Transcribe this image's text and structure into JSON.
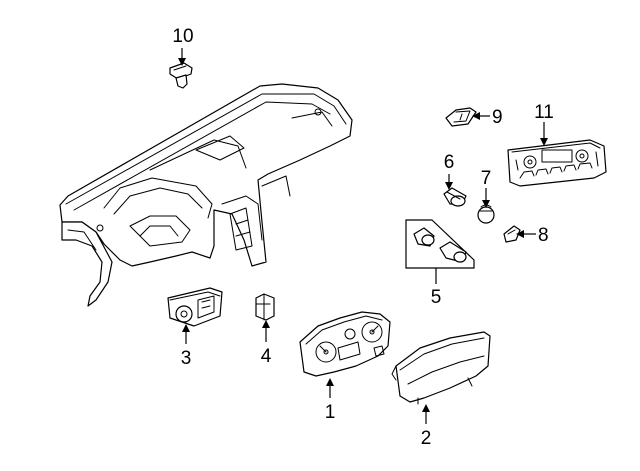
{
  "diagram": {
    "callouts": [
      {
        "id": "c1",
        "label": "1"
      },
      {
        "id": "c2",
        "label": "2"
      },
      {
        "id": "c3",
        "label": "3"
      },
      {
        "id": "c4",
        "label": "4"
      },
      {
        "id": "c5",
        "label": "5"
      },
      {
        "id": "c6",
        "label": "6"
      },
      {
        "id": "c7",
        "label": "7"
      },
      {
        "id": "c8",
        "label": "8"
      },
      {
        "id": "c9",
        "label": "9"
      },
      {
        "id": "c10",
        "label": "10"
      },
      {
        "id": "c11",
        "label": "11"
      }
    ]
  },
  "colors": {
    "line": "#000000",
    "background": "#ffffff"
  }
}
